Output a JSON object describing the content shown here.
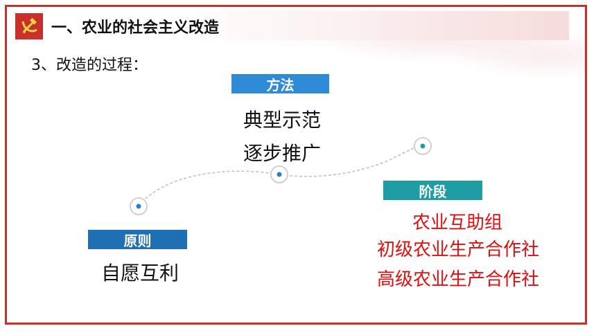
{
  "header": {
    "title": "一、农业的社会主义改造",
    "logo_icon": "party-emblem-icon"
  },
  "subtitle": "3、改造的过程：",
  "method": {
    "label": "方法",
    "lines": [
      "典型示范",
      "逐步推广"
    ]
  },
  "principle": {
    "label": "原则",
    "lines": [
      "自愿互利"
    ]
  },
  "stage": {
    "label": "阶段",
    "lines": [
      "农业互助组",
      "初级农业生产合作社",
      "高级农业生产合作社"
    ]
  },
  "colors": {
    "frame": "#c9302c",
    "method_box": "#2e8bd8",
    "principle_box": "#1e6fb3",
    "stage_box": "#1e9ea4",
    "stage_text": "#e20d0d",
    "dot": "#2b7fc9"
  }
}
